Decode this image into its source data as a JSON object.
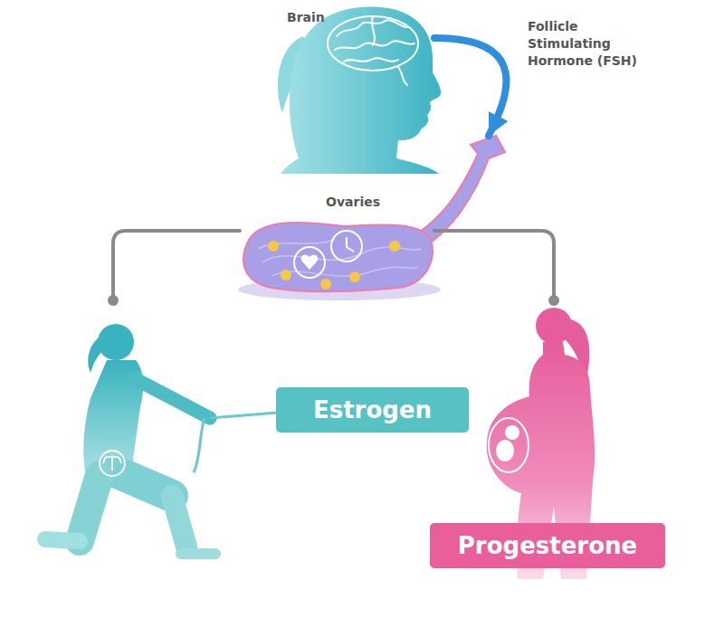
{
  "diagram": {
    "nodes": [
      {
        "text": [
          "Brain"
        ]
      },
      {
        "text": [
          "Ovaries"
        ]
      },
      {
        "text": [
          "Estrogen"
        ]
      },
      {
        "text": [
          "Progesterone"
        ]
      }
    ],
    "edges": [
      {
        "from": 0,
        "to": 1,
        "label": "Follicle Stimulating Hormone (FSH)",
        "arrow": "to"
      },
      {
        "from": 1,
        "to": 2,
        "arrow": "none"
      },
      {
        "from": 1,
        "to": 3,
        "arrow": "none"
      }
    ]
  }
}
